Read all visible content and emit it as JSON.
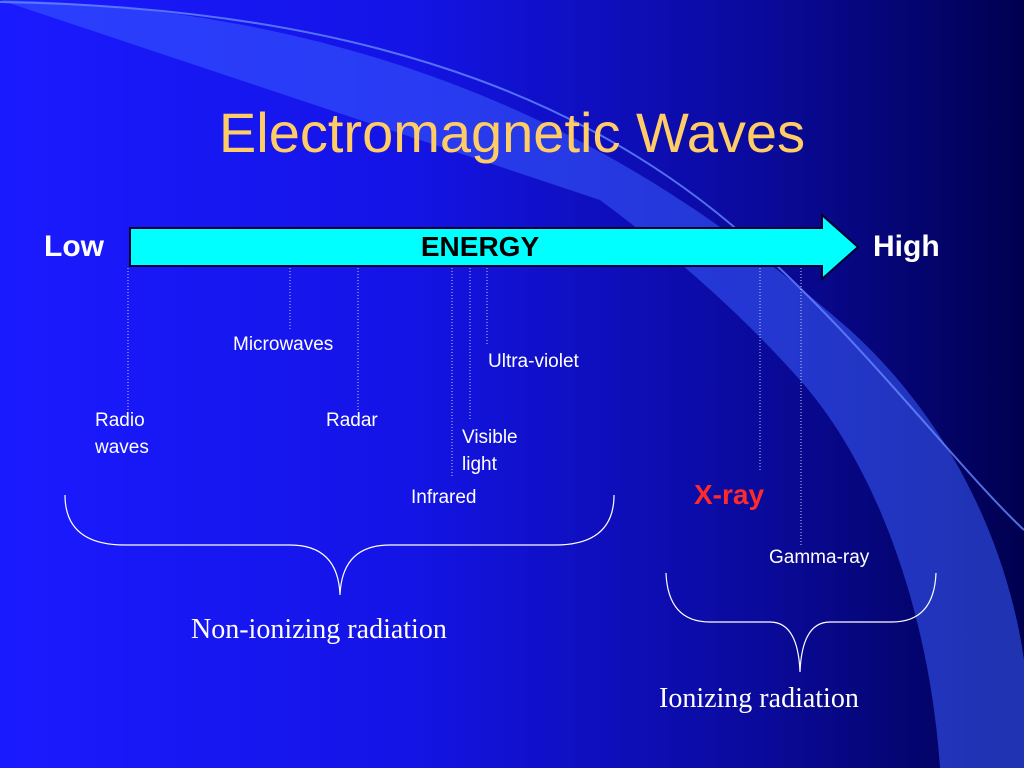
{
  "title": "Electromagnetic Waves",
  "energy_axis": {
    "label": "ENERGY",
    "low_label": "Low",
    "high_label": "High",
    "arrow_color": "#00ffff"
  },
  "waves": {
    "radio": [
      "Radio",
      "waves"
    ],
    "microwaves": "Microwaves",
    "radar": "Radar",
    "ultraviolet": "Ultra-violet",
    "visible": [
      "Visible",
      "light"
    ],
    "infrared": "Infrared",
    "xray": "X-ray",
    "gamma": "Gamma-ray"
  },
  "groups": {
    "non_ionizing": "Non-ionizing radiation",
    "ionizing": "Ionizing radiation"
  },
  "colors": {
    "title": "#ffcc66",
    "xray": "#ff2a2a",
    "decor_curve": "#3366ff"
  }
}
